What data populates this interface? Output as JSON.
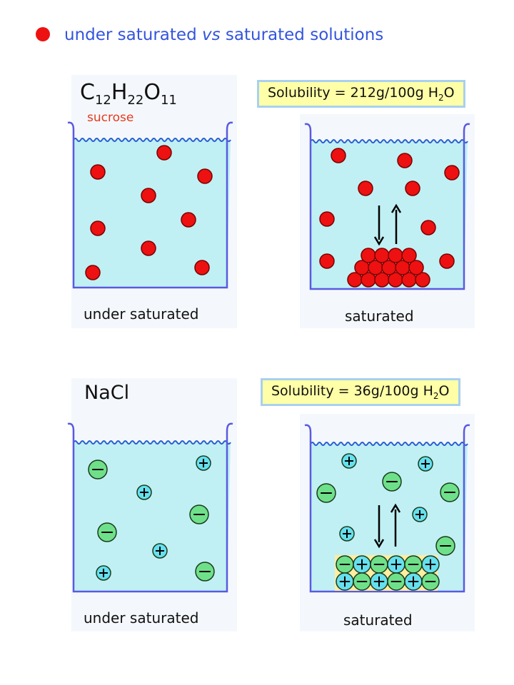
{
  "title": {
    "part1": "under saturated ",
    "vs": "vs",
    "part2": " saturated solutions"
  },
  "sucrose": {
    "formula": {
      "c": "C",
      "c_n": "12",
      "h": "H",
      "h_n": "22",
      "o": "O",
      "o_n": "11"
    },
    "name": "sucrose",
    "solubility": {
      "prefix": "Solubility = 212g/100g H",
      "sub": "2",
      "suffix": "O"
    },
    "under_label": "under saturated",
    "sat_label": "saturated"
  },
  "nacl": {
    "formula": "NaCl",
    "solubility": {
      "prefix": "Solubility = 36g/100g H",
      "sub": "2",
      "suffix": "O"
    },
    "under_label": "under saturated",
    "sat_label": "saturated"
  },
  "colors": {
    "title": "#3355dd",
    "bullet": "#ee1111",
    "water": "#c0f0f4",
    "beaker": "#5a5ae0",
    "molecule": "#ee1111",
    "anion": "#6fe08a",
    "cation": "#66e0ee",
    "crystal_bg": "#ffeea0"
  }
}
